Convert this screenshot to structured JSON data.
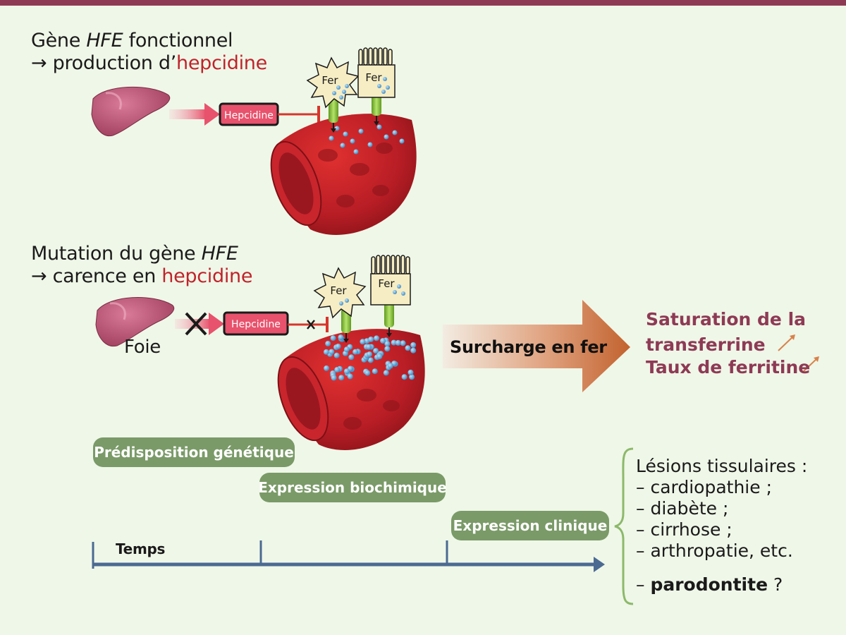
{
  "top_panel": {
    "line1_prefix": "Gène ",
    "line1_gene": "HFE",
    "line1_suffix": " fonctionnel",
    "line2_arrow": "→",
    "line2_prefix": "production d’",
    "line2_red": "hepcidine"
  },
  "bottom_panel": {
    "line1_prefix": "Mutation du gène ",
    "line1_gene": "HFE",
    "line2_arrow": "→",
    "line2_prefix": "carence en ",
    "line2_red": "hepcidine",
    "liver_label": "Foie"
  },
  "labels": {
    "hepcidine": "Hepcidine",
    "fer": "Fer"
  },
  "overload_arrow_label": "Surcharge en fer",
  "results": {
    "line1": "Saturation de la",
    "line2": "transferrine",
    "line3": "Taux de ferritine",
    "trend_arrow": "↗"
  },
  "stages": {
    "genetic": "Prédisposition génétique",
    "biochemical": "Expression biochimique",
    "clinical": "Expression clinique"
  },
  "timeline_label": "Temps",
  "lesions": {
    "title": "Lésions tissulaires :",
    "items": [
      "– cardiopathie ;",
      "– diabète ;",
      "– cirrhose ;",
      "– arthropatie, etc."
    ],
    "last_dash": "– ",
    "last_bold": "parodontite",
    "last_suffix": " ?"
  },
  "colors": {
    "background": "#eff7e8",
    "accent": "#8e3a55",
    "red_text": "#c0232b",
    "pill_green": "#7a9a68",
    "timeline_blue": "#4b6a92",
    "hepcidine_box": "#e8526c",
    "vessel_red": "#b81d25",
    "iron_dot": "#5aa8d8",
    "cell_fill": "#f6edc4",
    "connector_green": "#8cc63f"
  },
  "icons": [
    "liver-icon",
    "cross-icon",
    "inhibition-bar-icon",
    "cell-icon",
    "vessel-icon",
    "trend-up-arrow-icon"
  ]
}
